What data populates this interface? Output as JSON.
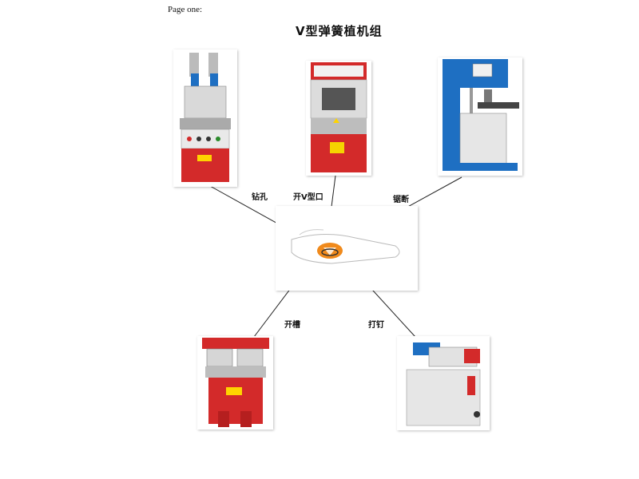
{
  "page": {
    "label": "Page one:"
  },
  "title": "V型弹簧植机组",
  "colors": {
    "machine_red": "#d32a2a",
    "machine_white": "#e9e9e9",
    "machine_blue": "#1e6fc2",
    "product_orange": "#f08a1c",
    "line": "#222222"
  },
  "operations": [
    {
      "id": "drill",
      "label": "钻孔",
      "icon": "drilling-machine"
    },
    {
      "id": "v-cut",
      "label": "开V型口",
      "icon": "v-notch-cutter"
    },
    {
      "id": "saw",
      "label": "锯断",
      "icon": "band-saw"
    },
    {
      "id": "slot",
      "label": "开槽",
      "icon": "slotting-machine"
    },
    {
      "id": "nail",
      "label": "打钉",
      "icon": "nailing-machine"
    }
  ],
  "center": {
    "icon": "spring-shoe-part"
  }
}
